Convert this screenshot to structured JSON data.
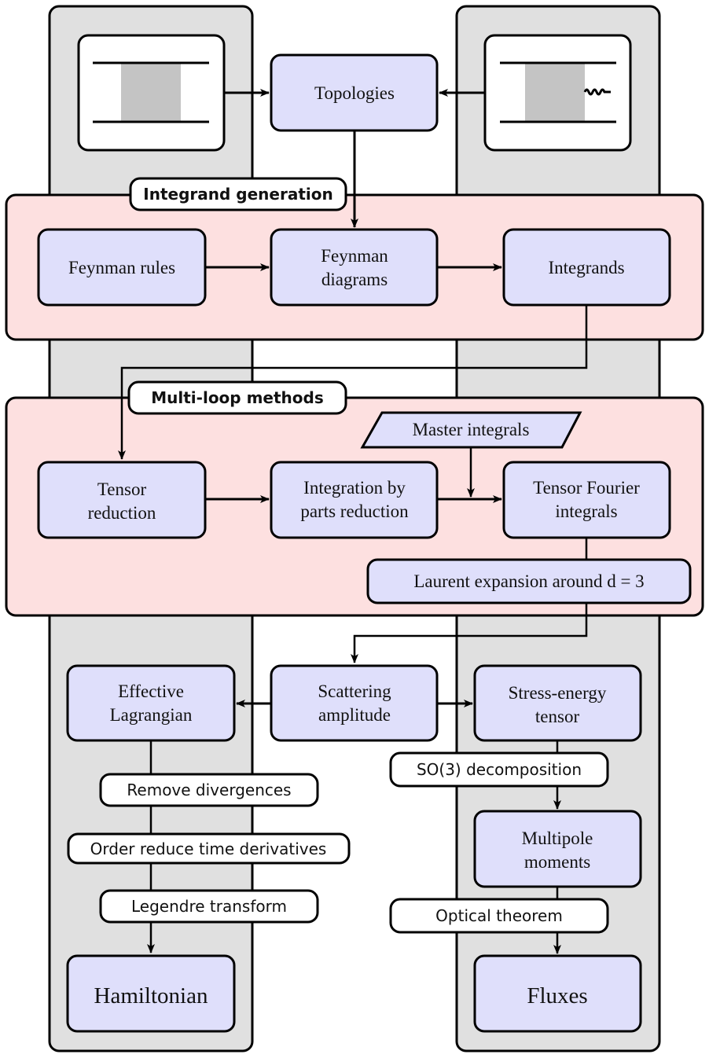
{
  "diagram": {
    "colors": {
      "column_background": "#e0e0e0",
      "section_background": "#fde0e0",
      "node_fill": "#dfdffb",
      "label_fill": "#ffffff",
      "stroke": "#000000",
      "diagram_shading": "#c4c4c4"
    },
    "sections": {
      "integrand_generation": "Integrand generation",
      "multi_loop_methods": "Multi-loop methods"
    },
    "icons": {
      "left": "two-line-blob-diagram",
      "right": "two-line-blob-diagram-with-wavy-graviton"
    },
    "nodes": {
      "topologies": [
        "Topologies"
      ],
      "feynman_rules": [
        "Feynman rules"
      ],
      "feynman_diagrams": [
        "Feynman",
        "diagrams"
      ],
      "integrands": [
        "Integrands"
      ],
      "master_integrals": [
        "Master integrals"
      ],
      "tensor_reduction": [
        "Tensor",
        "reduction"
      ],
      "ibp_reduction": [
        "Integration by",
        "parts reduction"
      ],
      "tensor_fourier": [
        "Tensor Fourier",
        "integrals"
      ],
      "laurent": [
        "Laurent expansion around d = 3"
      ],
      "scattering_amplitude": [
        "Scattering",
        "amplitude"
      ],
      "effective_lagrangian": [
        "Effective",
        "Lagrangian"
      ],
      "stress_energy": [
        "Stress-energy",
        "tensor"
      ],
      "multipole_moments": [
        "Multipole",
        "moments"
      ],
      "hamiltonian": [
        "Hamiltonian"
      ],
      "fluxes": [
        "Fluxes"
      ]
    },
    "edge_labels": {
      "remove_divergences": "Remove divergences",
      "order_reduce": "Order reduce time derivatives",
      "legendre": "Legendre transform",
      "so3": "SO(3) decomposition",
      "optical": "Optical theorem"
    }
  }
}
